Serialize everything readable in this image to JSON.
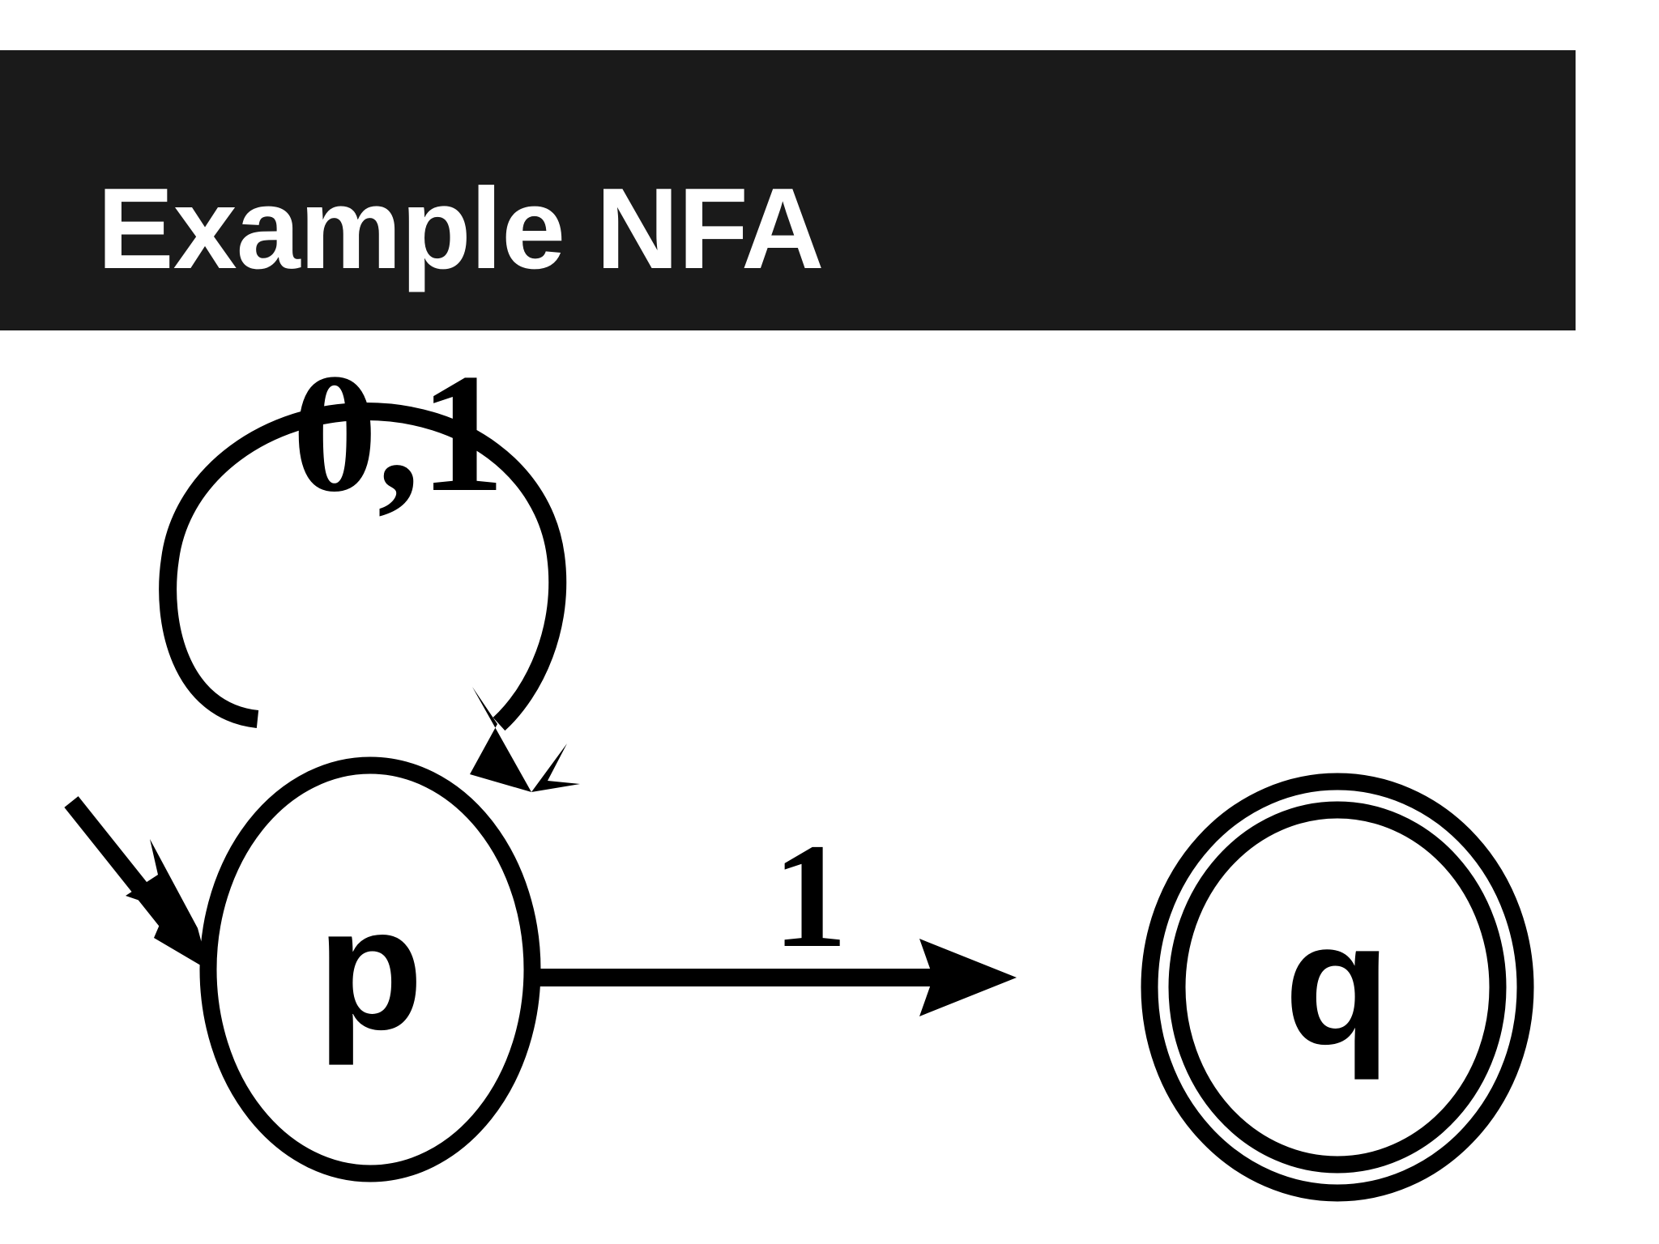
{
  "slide": {
    "title": "Example NFA",
    "background_color": "#ffffff",
    "title_bar_color": "#1a1a1a",
    "title_text_color": "#ffffff"
  },
  "diagram": {
    "type": "finite-state-automaton",
    "ink_color": "#000000",
    "states": [
      {
        "id": "p",
        "label": "p",
        "kind": "start",
        "accepting": false,
        "shape": "single-circle"
      },
      {
        "id": "q",
        "label": "q",
        "kind": "final",
        "accepting": true,
        "shape": "double-circle"
      }
    ],
    "transitions": [
      {
        "from": "p",
        "to": "p",
        "label": "0,1",
        "kind": "self-loop"
      },
      {
        "from": "p",
        "to": "q",
        "label": "1",
        "kind": "edge"
      }
    ],
    "start_marker": {
      "label": "",
      "target": "p",
      "kind": "incoming-arrow"
    }
  }
}
